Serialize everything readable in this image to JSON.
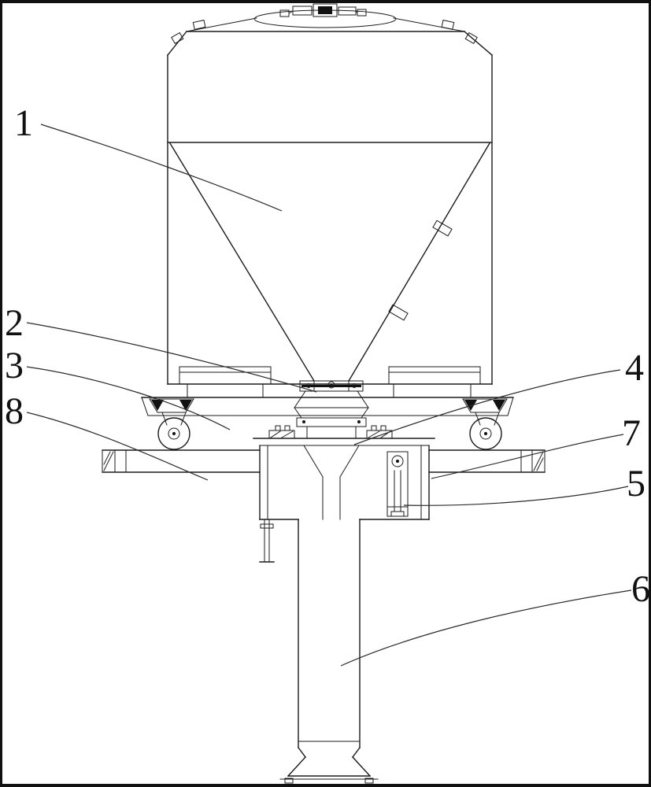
{
  "figure": {
    "callouts": {
      "c1": "1",
      "c2": "2",
      "c3": "3",
      "c8": "8",
      "c4": "4",
      "c7": "7",
      "c5": "5",
      "c6": "6"
    },
    "colors": {
      "line": "#1b1b1b",
      "background": "#ffffff",
      "border": "#000000"
    }
  }
}
